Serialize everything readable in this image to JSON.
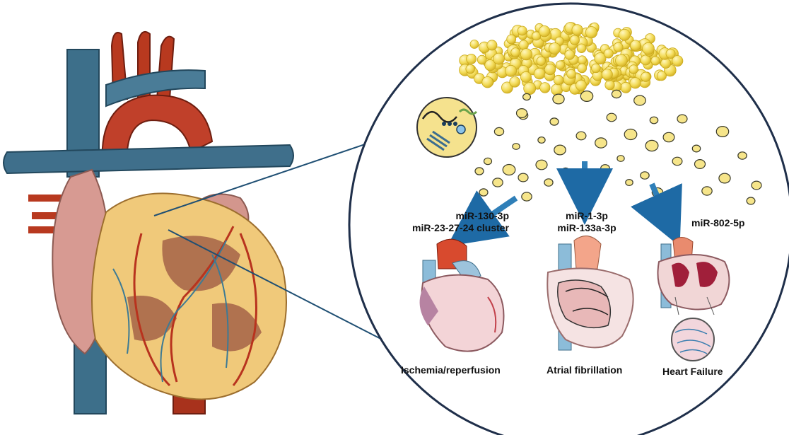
{
  "labels": {
    "ischemia": {
      "mirna_line1": "miR-130-3p",
      "mirna_line2": "miR-23-27-24 cluster",
      "condition": "Ischemia/reperfusion"
    },
    "atrial": {
      "mirna_line1": "miR-1-3p",
      "mirna_line2": "miR-133a-3p",
      "condition": "Atrial fibrillation"
    },
    "failure": {
      "mirna_line1": "miR-802-5p",
      "condition": "Heart Failure"
    }
  },
  "colors": {
    "adipocyte": "#f3dc5a",
    "adipocyte_edge": "#c9a91c",
    "vessel_blue": "#3d6f8a",
    "aorta_red": "#b8391f",
    "arrow_blue": "#2f7fb8",
    "connector": "#1f4f73"
  }
}
